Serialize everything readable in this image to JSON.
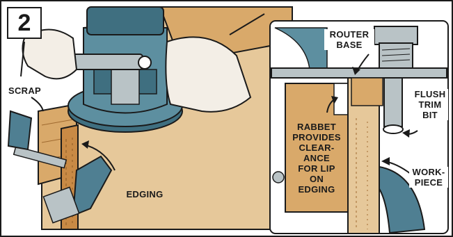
{
  "figure": {
    "step_number": "2",
    "labels": {
      "scrap": "SCRAP",
      "edging": "EDGING",
      "router_base": "ROUTER\nBASE",
      "flush_trim_bit": "FLUSH\nTRIM\nBIT",
      "rabbet_note": "RABBET\nPROVIDES\nCLEAR-\nANCE\nFOR LIP\nON\nEDGING",
      "workpiece": "WORK-\nPIECE"
    }
  },
  "colors": {
    "wood_light": "#e6c89a",
    "wood_mid": "#d9a96a",
    "wood_dark": "#c98a45",
    "router_blue": "#5d8fa0",
    "router_blue_dark": "#3f6f80",
    "clamp_blue": "#4f7f92",
    "steel": "#b9c3c6",
    "ink": "#1a1a1a",
    "skin": "#f3eee6"
  }
}
